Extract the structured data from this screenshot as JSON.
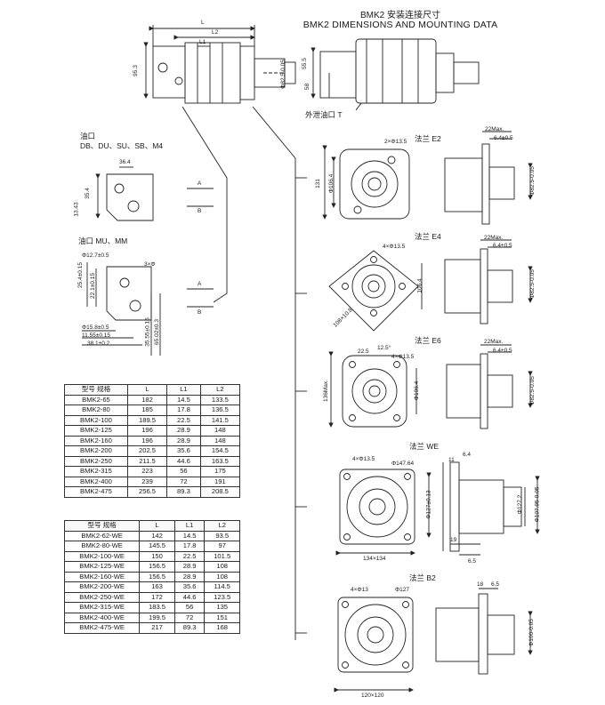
{
  "header": {
    "title_cn": "BMK2 安装连接尺寸",
    "title_en": "BMK2 DIMENSIONS AND MOUNTING DATA"
  },
  "top_view": {
    "dim_L": "L",
    "dim_L2": "L2",
    "dim_L1": "L1",
    "dim_height": "95.3",
    "dim_55": "55.5",
    "dim_58": "58",
    "dim_shaft": "Φ82.5-0.05",
    "drain_port": "外泄油口 T"
  },
  "ports_1": {
    "title_cn": "油口",
    "types": "DB、DU、SU、SB、M4",
    "dim_a": "36.4",
    "dim_b": "35.4",
    "dim_c": "13.43",
    "port_A": "A",
    "port_B": "B"
  },
  "ports_2": {
    "title_cn": "油口 MU、MM",
    "dims": [
      "Φ12.7±0.5",
      "25.4±0.15",
      "22.1±0.15",
      "Φ15.8±0.5",
      "11.55±0.15",
      "38.1±0.2",
      "35.55±0.15",
      "65.02±0.3"
    ],
    "mark": "3×Φ",
    "port_A": "A",
    "port_B": "B"
  },
  "flanges": [
    {
      "label": "法兰  E2",
      "holes": "2×Φ13.5",
      "dims": [
        "22Max.",
        "6.4±0.5",
        "Φ82.5-0.05",
        "131",
        "Φ106.4"
      ]
    },
    {
      "label": "法兰  E4",
      "holes": "4×Φ13.5",
      "dims": [
        "22Max.",
        "6.4±0.5",
        "Φ82.5-0.05",
        "106.4",
        "108×10.8"
      ]
    },
    {
      "label": "法兰  E6",
      "holes": "4×Φ13.5",
      "dims": [
        "22Max.",
        "6.4±0.5",
        "Φ82.5-0.05",
        "22.5",
        "12.5°",
        "136Max.",
        "Φ106.4"
      ]
    },
    {
      "label": "法兰  WE",
      "holes": "4×Φ13.5",
      "dims": [
        "Φ147.64",
        "Φ127±0.13",
        "Φ127.2",
        "Φ107.95-0.05",
        "134×134",
        "6.4",
        "6.5",
        "19",
        "11"
      ]
    },
    {
      "label": "法兰  B2",
      "holes": "4×Φ13",
      "dims": [
        "Φ127",
        "18",
        "6.5",
        "Φ100-0.05",
        "120×120"
      ]
    }
  ],
  "table1": {
    "headers": [
      "型号 规格",
      "L",
      "L1",
      "L2"
    ],
    "rows": [
      [
        "BMK2-65",
        "182",
        "14.5",
        "133.5"
      ],
      [
        "BMK2-80",
        "185",
        "17.8",
        "136.5"
      ],
      [
        "BMK2-100",
        "189.5",
        "22.5",
        "141.5"
      ],
      [
        "BMK2-125",
        "196",
        "28.9",
        "148"
      ],
      [
        "BMK2-160",
        "196",
        "28.9",
        "148"
      ],
      [
        "BMK2-200",
        "202.5",
        "35.6",
        "154.5"
      ],
      [
        "BMK2-250",
        "211.5",
        "44.6",
        "163.5"
      ],
      [
        "BMK2-315",
        "223",
        "56",
        "175"
      ],
      [
        "BMK2-400",
        "239",
        "72",
        "191"
      ],
      [
        "BMK2-475",
        "256.5",
        "89.3",
        "208.5"
      ]
    ]
  },
  "table2": {
    "headers": [
      "型号 规格",
      "L",
      "L1",
      "L2"
    ],
    "rows": [
      [
        "BMK2-62-WE",
        "142",
        "14.5",
        "93.5"
      ],
      [
        "BMK2-80-WE",
        "145.5",
        "17.8",
        "97"
      ],
      [
        "BMK2-100-WE",
        "150",
        "22.5",
        "101.5"
      ],
      [
        "BMK2-125-WE",
        "156.5",
        "28.9",
        "108"
      ],
      [
        "BMK2-160-WE",
        "156.5",
        "28.9",
        "108"
      ],
      [
        "BMK2-200-WE",
        "163",
        "35.6",
        "114.5"
      ],
      [
        "BMK2-250-WE",
        "172",
        "44.6",
        "123.5"
      ],
      [
        "BMK2-315-WE",
        "183.5",
        "56",
        "135"
      ],
      [
        "BMK2-400-WE",
        "199.5",
        "72",
        "151"
      ],
      [
        "BMK2-475-WE",
        "217",
        "89.3",
        "168"
      ]
    ]
  }
}
